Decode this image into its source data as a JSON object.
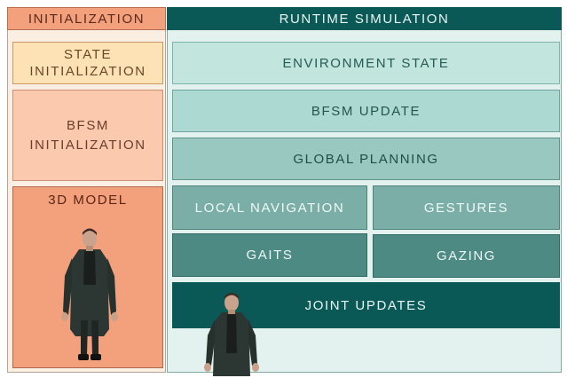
{
  "headers": {
    "initialization": "INITIALIZATION",
    "runtime": "RUNTIME SIMULATION"
  },
  "initialization": {
    "state": "STATE INITIALIZATION",
    "bfsm": "BFSM INITIALIZATION",
    "model": "3D MODEL"
  },
  "runtime": {
    "environment_state": "ENVIRONMENT STATE",
    "bfsm_update": "BFSM UPDATE",
    "global_planning": "GLOBAL PLANNING",
    "local_navigation": "LOCAL NAVIGATION",
    "gestures": "GESTURES",
    "gaits": "GAITS",
    "gazing": "GAZING",
    "joint_updates": "JOINT UPDATES"
  },
  "colors": {
    "init_header": "#f3a07d",
    "runtime_header": "#0b5957",
    "state_box": "#fde2b5",
    "bfsm_box": "#fbc9ad",
    "model_box": "#f3a07d",
    "joint_box": "#0b5957"
  }
}
